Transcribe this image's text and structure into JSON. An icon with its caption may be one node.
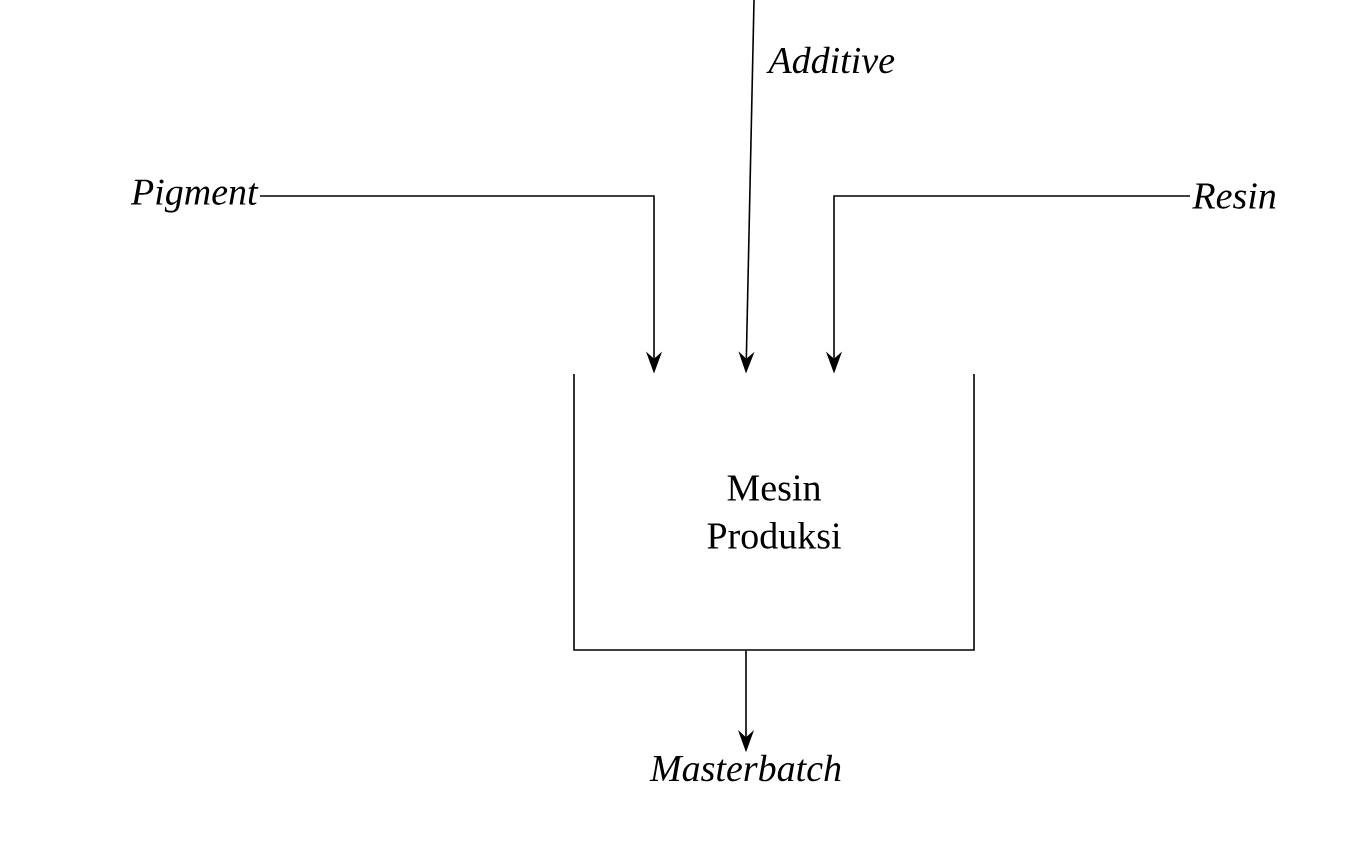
{
  "diagram": {
    "nodes": [
      {
        "text": [
          "Pigment"
        ]
      },
      {
        "text": [
          "Additive"
        ]
      },
      {
        "text": [
          "Resin"
        ]
      },
      {
        "text": [
          "Mesin Produksi"
        ]
      },
      {
        "text": [
          "Masterbatch"
        ]
      }
    ],
    "edges": [
      {
        "from": 0,
        "to": 3,
        "arrow": "to"
      },
      {
        "from": 1,
        "to": 3,
        "arrow": "to"
      },
      {
        "from": 2,
        "to": 3,
        "arrow": "to"
      },
      {
        "from": 3,
        "to": 4,
        "arrow": "to"
      }
    ]
  }
}
